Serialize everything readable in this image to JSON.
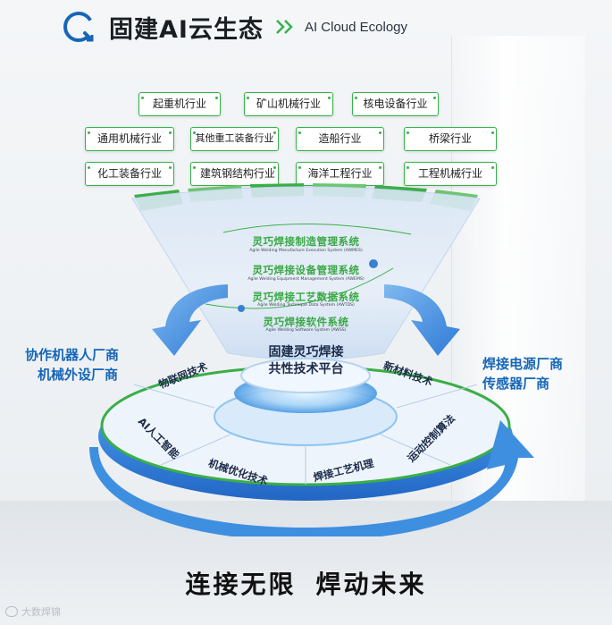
{
  "header": {
    "title": "固建AI云生态",
    "subtitle": "AI Cloud Ecology",
    "logo_icon": "refresh-circle-icon",
    "chevron_icon": "double-chevron-right-icon"
  },
  "industries": {
    "row1": [
      "起重机行业",
      "矿山机械行业",
      "核电设备行业"
    ],
    "row2": [
      "通用机械行业",
      "其他重工装备行业",
      "造船行业",
      "桥梁行业"
    ],
    "row3": [
      "化工装备行业",
      "建筑钢结构行业",
      "海洋工程行业",
      "工程机械行业"
    ]
  },
  "systems": [
    {
      "title": "灵巧焊接制造管理系统",
      "subtitle": "Agile Welding Manufacture Execution System (AWMES)"
    },
    {
      "title": "灵巧焊接设备管理系统",
      "subtitle": "Agile Welding Equipment Management System (AWEMS)"
    },
    {
      "title": "灵巧焊接工艺数据系统",
      "subtitle": "Agile Welding Technique Data System (AWTDS)"
    },
    {
      "title": "灵巧焊接软件系统",
      "subtitle": "Agile Welding Software System (AWSS)"
    }
  ],
  "platform": {
    "line1": "固建灵巧焊接",
    "line2": "共性技术平台"
  },
  "partners": {
    "left": [
      "协作机器人厂商",
      "机械外设厂商"
    ],
    "right": [
      "焊接电源厂商",
      "传感器厂商"
    ]
  },
  "ring_technologies": [
    "物联网技术",
    "新材料技术",
    "AI人工智能",
    "运动控制算法",
    "机械优化技术",
    "焊接工艺机理"
  ],
  "slogan": {
    "part1": "连接无限",
    "part2": "焊动未来"
  },
  "watermark": "大数焊锦",
  "colors": {
    "green": "#35b24a",
    "blue": "#1766b7",
    "ring_blue": "#4a90e2"
  }
}
